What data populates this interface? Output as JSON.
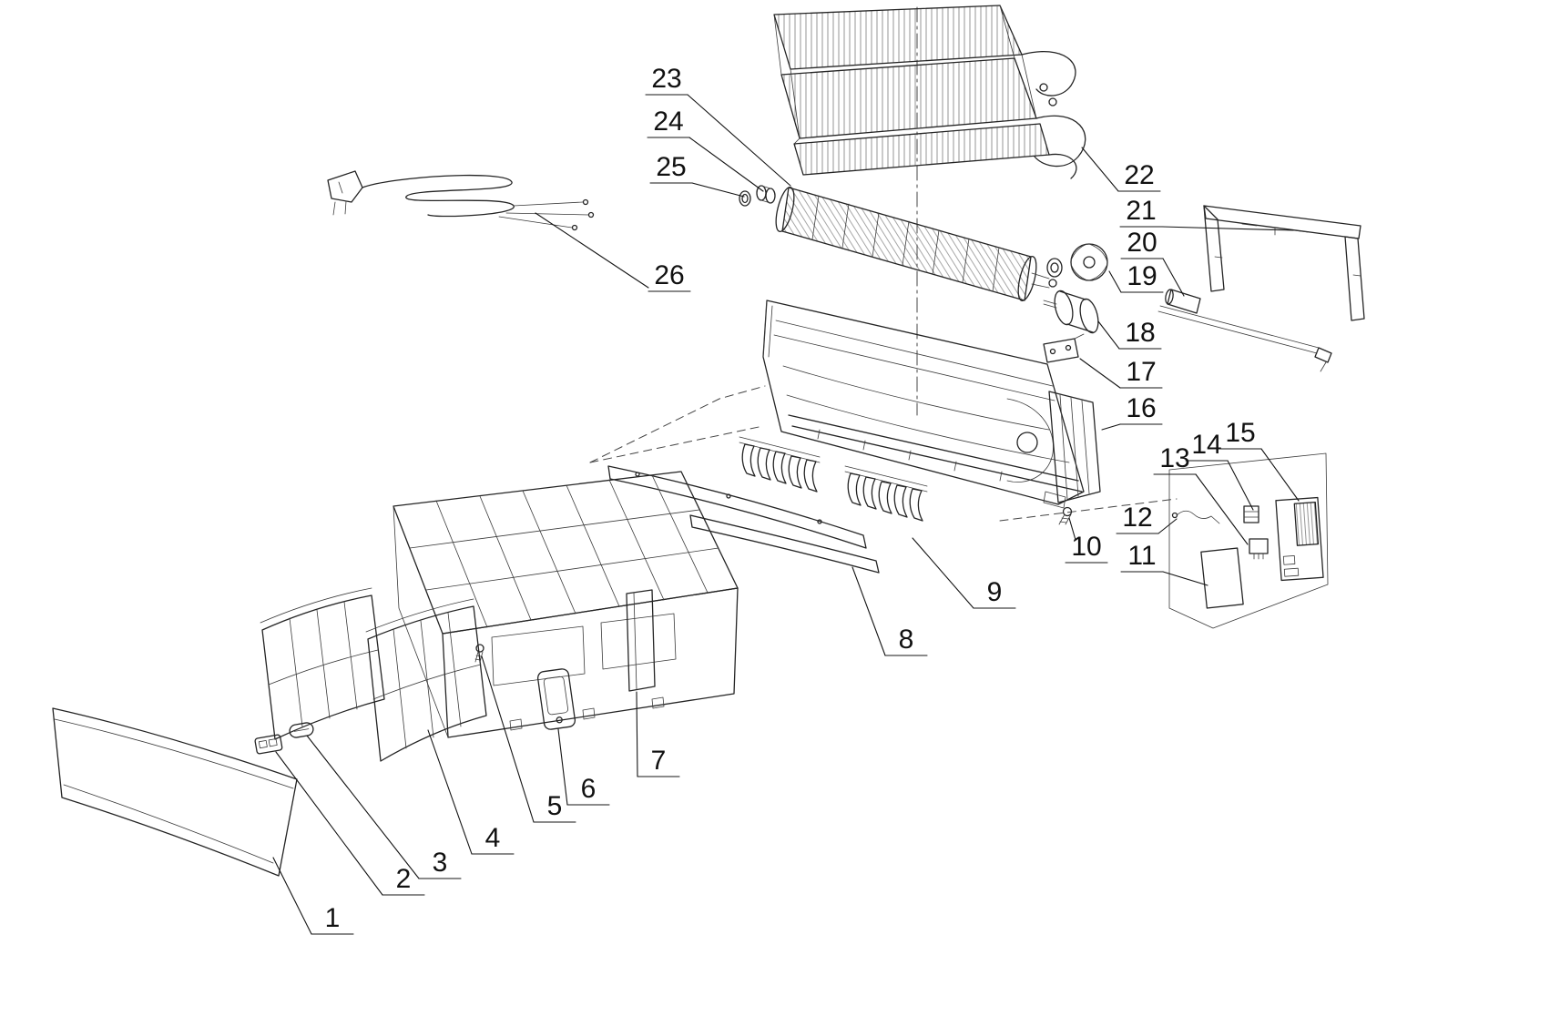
{
  "page": {
    "background": "#ffffff",
    "ink": "#242424"
  },
  "diagram": {
    "kind": "exploded-parts-diagram",
    "callouts": [
      {
        "label": "1"
      },
      {
        "label": "2"
      },
      {
        "label": "3"
      },
      {
        "label": "4"
      },
      {
        "label": "5"
      },
      {
        "label": "6"
      },
      {
        "label": "7"
      },
      {
        "label": "8"
      },
      {
        "label": "9"
      },
      {
        "label": "10"
      },
      {
        "label": "11"
      },
      {
        "label": "12"
      },
      {
        "label": "13"
      },
      {
        "label": "14"
      },
      {
        "label": "15"
      },
      {
        "label": "16"
      },
      {
        "label": "17"
      },
      {
        "label": "18"
      },
      {
        "label": "19"
      },
      {
        "label": "20"
      },
      {
        "label": "21"
      },
      {
        "label": "22"
      },
      {
        "label": "23"
      },
      {
        "label": "24"
      },
      {
        "label": "25"
      },
      {
        "label": "26"
      }
    ]
  }
}
